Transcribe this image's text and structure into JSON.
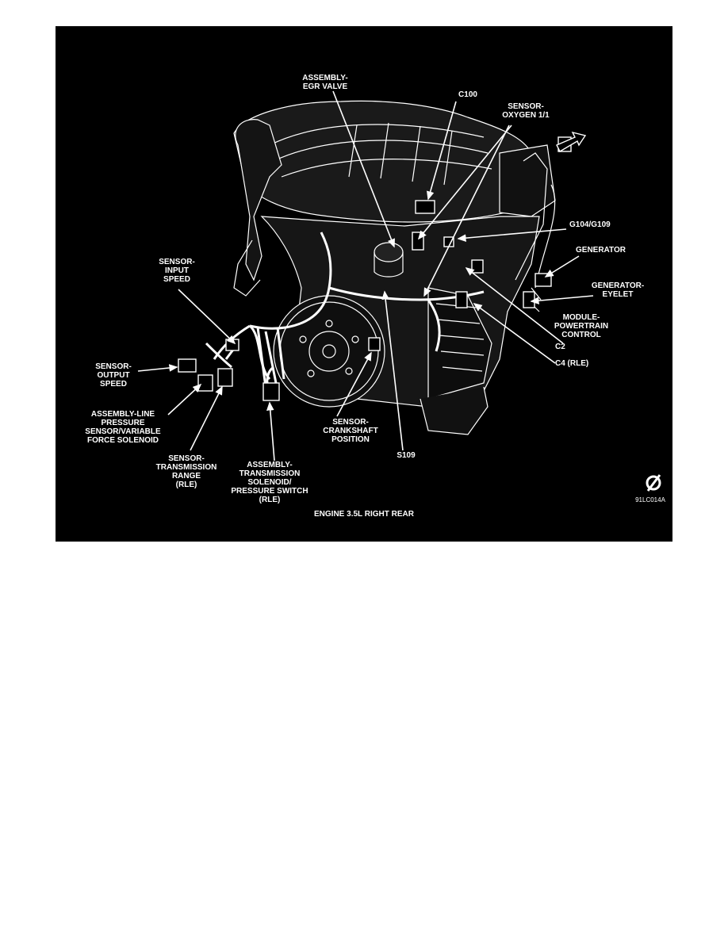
{
  "figure": {
    "caption": "ENGINE 3.5L RIGHT REAR",
    "code": "91LC014A",
    "colors": {
      "background": "#000000",
      "foreground": "#ffffff",
      "page": "#ffffff"
    },
    "icon": "no-symbol-icon",
    "labels": {
      "egr_valve": "ASSEMBLY-\nEGR VALVE",
      "c100": "C100",
      "oxygen_sensor": "SENSOR-\nOXYGEN 1/1",
      "ground": "G104/G109",
      "generator": "GENERATOR",
      "generator_eyelet": "GENERATOR-\nEYELET",
      "pcm": "MODULE-\nPOWERTRAIN\nCONTROL",
      "c2": "C2",
      "c4": "C4 (RLE)",
      "input_speed": "SENSOR-\nINPUT\nSPEED",
      "output_speed": "SENSOR-\nOUTPUT\nSPEED",
      "line_pressure": "ASSEMBLY-LINE\nPRESSURE\nSENSOR/VARIABLE\nFORCE SOLENOID",
      "trans_range": "SENSOR-\nTRANSMISSION\nRANGE\n(RLE)",
      "trans_solenoid": "ASSEMBLY-\nTRANSMISSION\nSOLENOID/\nPRESSURE SWITCH\n(RLE)",
      "crankshaft": "SENSOR-\nCRANKSHAFT\nPOSITION",
      "s109": "S109"
    }
  }
}
